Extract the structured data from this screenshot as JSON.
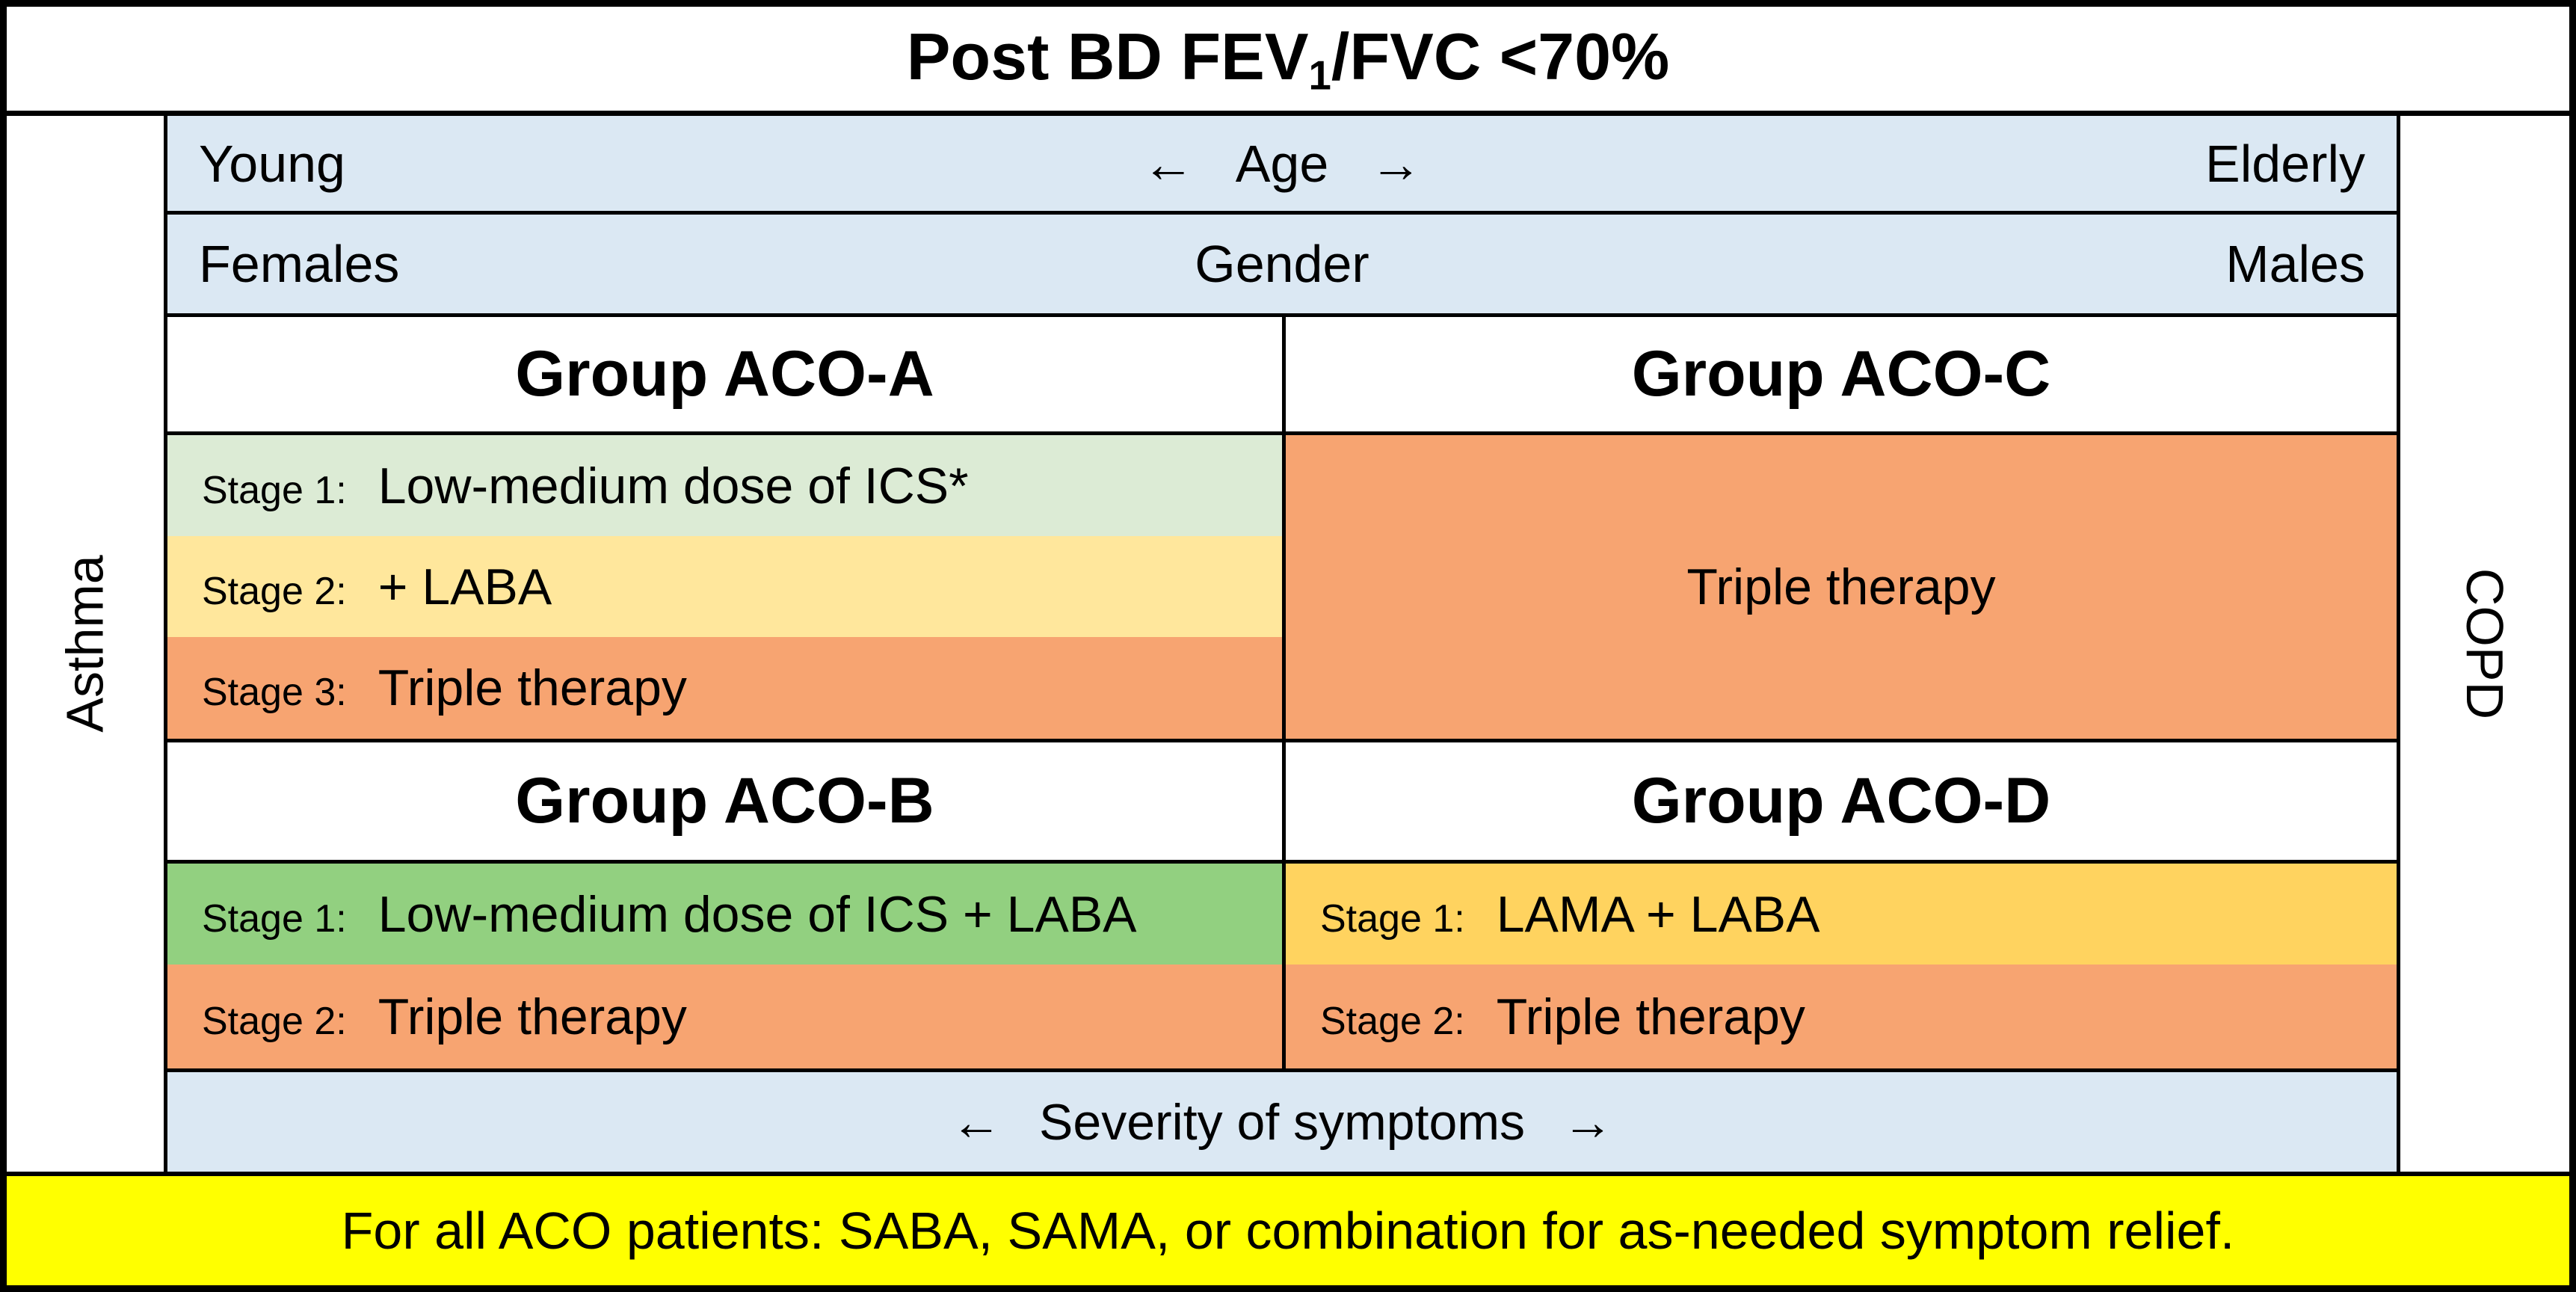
{
  "title": {
    "prefix": "Post BD FEV",
    "subscript": "1",
    "suffix": "/FVC <70%"
  },
  "side_labels": {
    "left": "Asthma",
    "right": "COPD"
  },
  "axes": {
    "age": {
      "left": "Young",
      "left_arrow": "←",
      "center": "Age",
      "right_arrow": "→",
      "right": "Elderly"
    },
    "gender": {
      "left": "Females",
      "center": "Gender",
      "right": "Males"
    },
    "severity": {
      "left_arrow": "←",
      "label": "Severity of symptoms",
      "right_arrow": "→"
    }
  },
  "groups": {
    "aco_a": {
      "header": "Group ACO-A",
      "stages": [
        {
          "label": "Stage 1:",
          "therapy": "Low-medium dose of ICS*",
          "color": "#dcebd5"
        },
        {
          "label": "Stage 2:",
          "therapy": "+ LABA",
          "color": "#ffe79c"
        },
        {
          "label": "Stage 3:",
          "therapy": "Triple therapy",
          "color": "#f7a471"
        }
      ]
    },
    "aco_c": {
      "header": "Group ACO-C",
      "therapy": "Triple therapy",
      "color": "#f7a471"
    },
    "aco_b": {
      "header": "Group ACO-B",
      "stages": [
        {
          "label": "Stage 1:",
          "therapy": "Low-medium dose of ICS + LABA",
          "color": "#92d080"
        },
        {
          "label": "Stage 2:",
          "therapy": "Triple therapy",
          "color": "#f7a471"
        }
      ]
    },
    "aco_d": {
      "header": "Group ACO-D",
      "stages": [
        {
          "label": "Stage 1:",
          "therapy": "LAMA + LABA",
          "color": "#ffd35f"
        },
        {
          "label": "Stage 2:",
          "therapy": "Triple therapy",
          "color": "#f7a471"
        }
      ]
    }
  },
  "footer": {
    "text": "For all ACO patients: SABA, SAMA, or combination for as-needed symptom relief."
  },
  "colors": {
    "axis_blue": "#dbe8f3",
    "light_green": "#dcebd5",
    "light_yellow": "#ffe79c",
    "orange": "#f7a471",
    "green": "#92d080",
    "gold": "#ffd35f",
    "footer_yellow": "#ffff00",
    "border": "#000000",
    "background": "#ffffff"
  }
}
